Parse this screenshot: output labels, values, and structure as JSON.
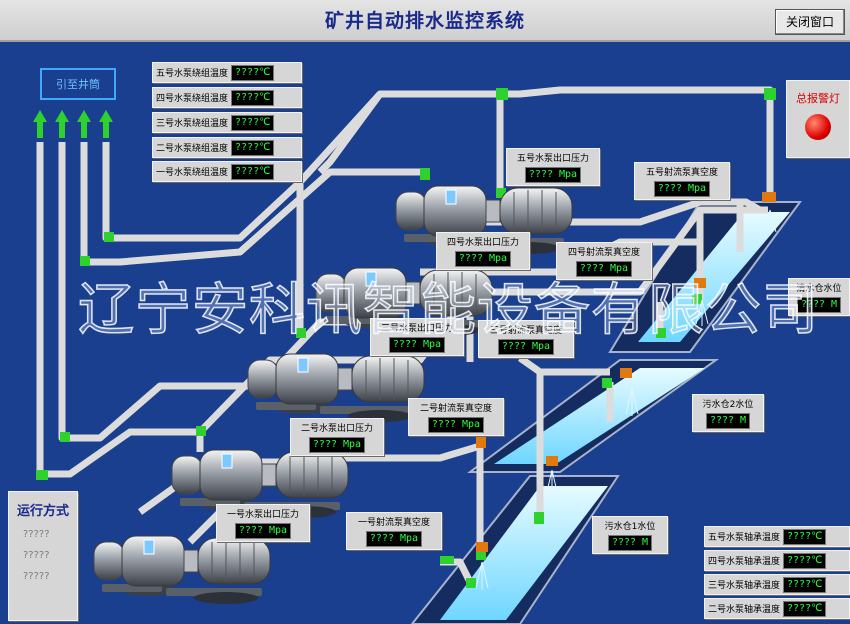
{
  "window": {
    "title": "矿井自动排水监控系统",
    "close_label": "关闭窗口"
  },
  "shaft_button": {
    "label": "引至井筒"
  },
  "winding_temps": [
    {
      "label": "五号水泵绕组温度",
      "value": "????℃"
    },
    {
      "label": "四号水泵绕组温度",
      "value": "????℃"
    },
    {
      "label": "三号水泵绕组温度",
      "value": "????℃"
    },
    {
      "label": "二号水泵绕组温度",
      "value": "????℃"
    },
    {
      "label": "一号水泵绕组温度",
      "value": "????℃"
    }
  ],
  "alarm": {
    "label": "总报警灯",
    "color": "#e00000"
  },
  "outlet_pressure": [
    {
      "label": "五号水泵出口压力",
      "value": "????  Mpa"
    },
    {
      "label": "四号水泵出口压力",
      "value": "????  Mpa"
    },
    {
      "label": "三号水泵出口压力",
      "value": "????  Mpa"
    },
    {
      "label": "二号水泵出口压力",
      "value": "????  Mpa"
    },
    {
      "label": "一号水泵出口压力",
      "value": "????  Mpa"
    }
  ],
  "ejector_vacuum": [
    {
      "label": "五号射流泵真空度",
      "value": "????  Mpa"
    },
    {
      "label": "四号射流泵真空度",
      "value": "????  Mpa"
    },
    {
      "label": "三号射流泵真空度",
      "value": "????  Mpa"
    },
    {
      "label": "二号射流泵真空度",
      "value": "????  Mpa"
    },
    {
      "label": "一号射流泵真空度",
      "value": "????  Mpa"
    }
  ],
  "tanks": {
    "clear": {
      "label": "清水仓水位",
      "value": "????  M"
    },
    "sewage2": {
      "label": "污水仓2水位",
      "value": "????  M"
    },
    "sewage1": {
      "label": "污水仓1水位",
      "value": "????  M"
    }
  },
  "bearing_temps": [
    {
      "label": "五号水泵轴承温度",
      "value": "????℃"
    },
    {
      "label": "四号水泵轴承温度",
      "value": "????℃"
    },
    {
      "label": "三号水泵轴承温度",
      "value": "????℃"
    },
    {
      "label": "二号水泵轴承温度",
      "value": "????℃"
    }
  ],
  "run_mode": {
    "label": "运行方式",
    "values": [
      "?????",
      "?????",
      "?????"
    ]
  },
  "watermark": "辽宁安科讯智能设备有限公司",
  "colors": {
    "background": "#1a3f8e",
    "pipe": "#dcdcdc",
    "elbow": "#2ed12e",
    "valve": "#e07a10",
    "lcd_text": "#2cff3c",
    "water": "#8ee6ff"
  }
}
